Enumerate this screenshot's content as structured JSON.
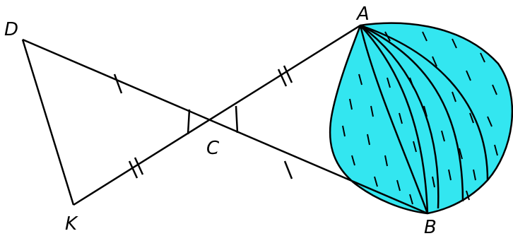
{
  "points": {
    "A": "A",
    "B": "B",
    "C": "C",
    "D": "D",
    "K": "K"
  },
  "colors": {
    "stroke": "#000000",
    "fill": "#33e6f0",
    "background": "#ffffff"
  }
}
